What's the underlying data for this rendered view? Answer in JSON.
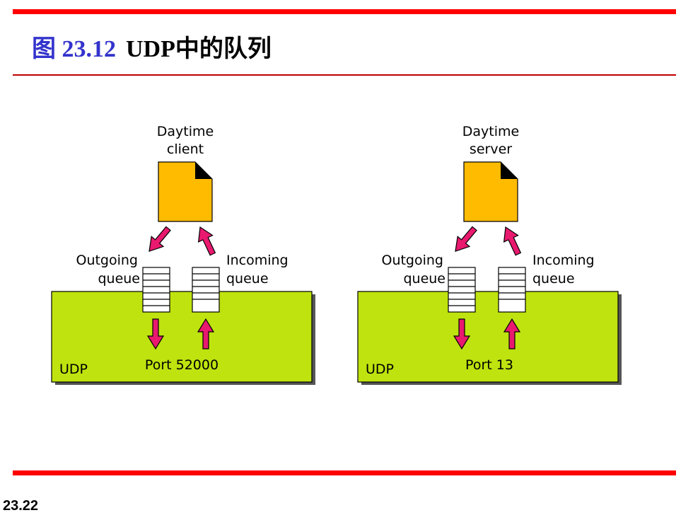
{
  "title": {
    "figure": "图 23.12",
    "text": "UDP中的队列"
  },
  "footer": {
    "page_number": "23.22"
  },
  "panels": [
    {
      "app_line1": "Daytime",
      "app_line2": "client",
      "outgoing_line1": "Outgoing",
      "outgoing_line2": "queue",
      "incoming_line1": "Incoming",
      "incoming_line2": "queue",
      "layer": "UDP",
      "port": "Port 52000"
    },
    {
      "app_line1": "Daytime",
      "app_line2": "server",
      "outgoing_line1": "Outgoing",
      "outgoing_line2": "queue",
      "incoming_line1": "Incoming",
      "incoming_line2": "queue",
      "layer": "UDP",
      "port": "Port 13"
    }
  ],
  "colors": {
    "udp_box": "#bfe30f",
    "document": "#ffbb00",
    "arrow": "#e8196e",
    "rule": "#ff0000",
    "figure_label": "#3333cc"
  }
}
